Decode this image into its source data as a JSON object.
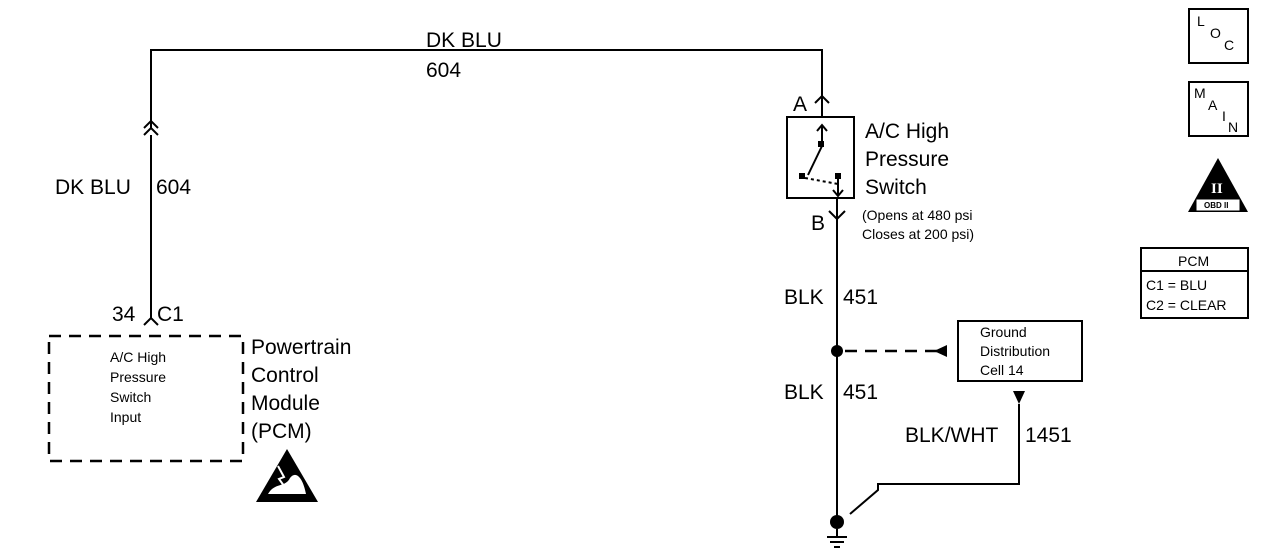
{
  "wires": {
    "top_color": "DK BLU",
    "top_circuit": "604",
    "left_label": "DK BLU",
    "left_circuit": "604",
    "blk_upper_color": "BLK",
    "blk_upper_circuit": "451",
    "blk_lower_color": "BLK",
    "blk_lower_circuit": "451",
    "blkwht_color": "BLK/WHT",
    "blkwht_circuit": "1451"
  },
  "pcm_connector": {
    "pin": "34",
    "connector": "C1"
  },
  "pcm_module": {
    "inner_lines": [
      "A/C High",
      "Pressure",
      "Switch",
      "Input"
    ],
    "title_lines": [
      "Powertrain",
      "Control",
      "Module",
      "(PCM)"
    ]
  },
  "switch": {
    "terminal_a": "A",
    "terminal_b": "B",
    "name_lines": [
      "A/C High",
      "Pressure",
      "Switch"
    ],
    "note_lines": [
      "(Opens at 480 psi",
      "Closes at 200 psi)"
    ]
  },
  "ground_distribution": {
    "lines": [
      "Ground",
      "Distribution",
      "Cell 14"
    ]
  },
  "side_icons": {
    "loc": {
      "l": "L",
      "o": "O",
      "c": "C"
    },
    "main": {
      "m": "M",
      "a": "A",
      "i": "I",
      "n": "N"
    },
    "obd_numeral": "II",
    "obd_label": "OBD II"
  },
  "legend": {
    "title": "PCM",
    "rows": [
      "C1 = BLU",
      "C2 = CLEAR"
    ]
  }
}
